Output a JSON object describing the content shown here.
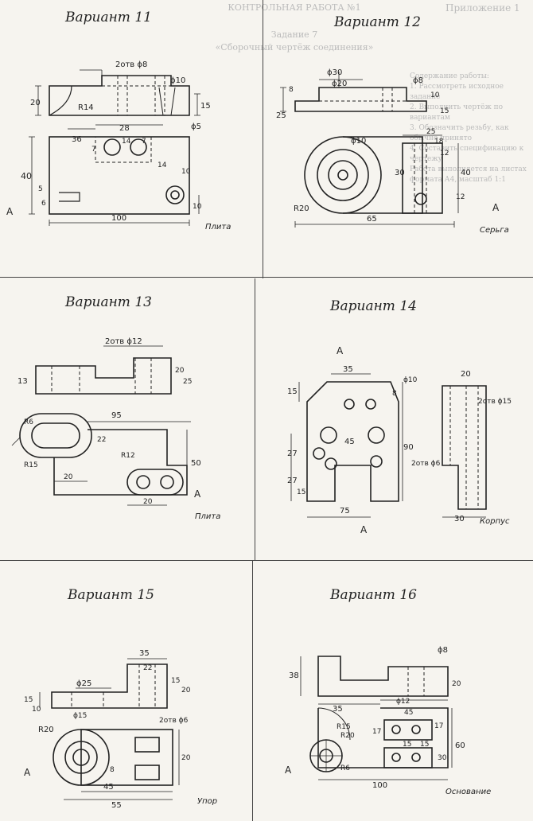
{
  "header_bleed": {
    "line1": "КОНТРОЛЬНАЯ РАБОТА №1",
    "line2": "Задание 7",
    "line3": "«Сборочный чертёж соединения»",
    "line4": "Содержание работы:",
    "line5": "1. Рассмотреть исходное задание",
    "line6": "2. Выполнить чертёж по вариантам",
    "line7": "3. Обозначить резьбу, как обычно принято",
    "line8": "4. Составить спецификацию к чертежу",
    "line9": "Работа выполняется на листах формата А4, масштаб 1:1",
    "corner": "Приложение 1"
  },
  "variants": [
    {
      "title": "Вариант 11",
      "part": "Плита",
      "dims": [
        "2отв ϕ8",
        "ϕ10",
        "20",
        "R14",
        "15",
        "ϕ5",
        "36",
        "28",
        "14",
        "7",
        "7",
        "14",
        "10",
        "40",
        "5",
        "6",
        "10",
        "100",
        "A"
      ]
    },
    {
      "title": "Вариант 12",
      "part": "Серьга",
      "dims": [
        "ϕ30",
        "ϕ20",
        "ϕ8",
        "8",
        "25",
        "10",
        "15",
        "ϕ10",
        "25",
        "18",
        "12",
        "30",
        "40",
        "R20",
        "12",
        "65",
        "A"
      ]
    },
    {
      "title": "Вариант 13",
      "part": "Плита",
      "dims": [
        "2отв ϕ12",
        "13",
        "20",
        "25",
        "95",
        "R6",
        "22",
        "R15",
        "R12",
        "50",
        "20",
        "20",
        "A"
      ]
    },
    {
      "title": "Вариант 14",
      "part": "Корпус",
      "dims": [
        "A",
        "35",
        "ϕ10",
        "20",
        "15",
        "8",
        "2отв ϕ15",
        "45",
        "90",
        "2отв ϕ6",
        "27",
        "27",
        "15",
        "75",
        "30",
        "A"
      ]
    },
    {
      "title": "Вариант 15",
      "part": "Упор",
      "dims": [
        "35",
        "22",
        "ϕ25",
        "15",
        "20",
        "15",
        "10",
        "ϕ15",
        "2отв ϕ6",
        "R20",
        "20",
        "8",
        "45",
        "55",
        "A"
      ]
    },
    {
      "title": "Вариант 16",
      "part": "Основание",
      "dims": [
        "ϕ8",
        "38",
        "20",
        "ϕ12",
        "35",
        "45",
        "R15",
        "R20",
        "17",
        "17",
        "15",
        "15",
        "30",
        "60",
        "R6",
        "100",
        "A"
      ]
    }
  ]
}
